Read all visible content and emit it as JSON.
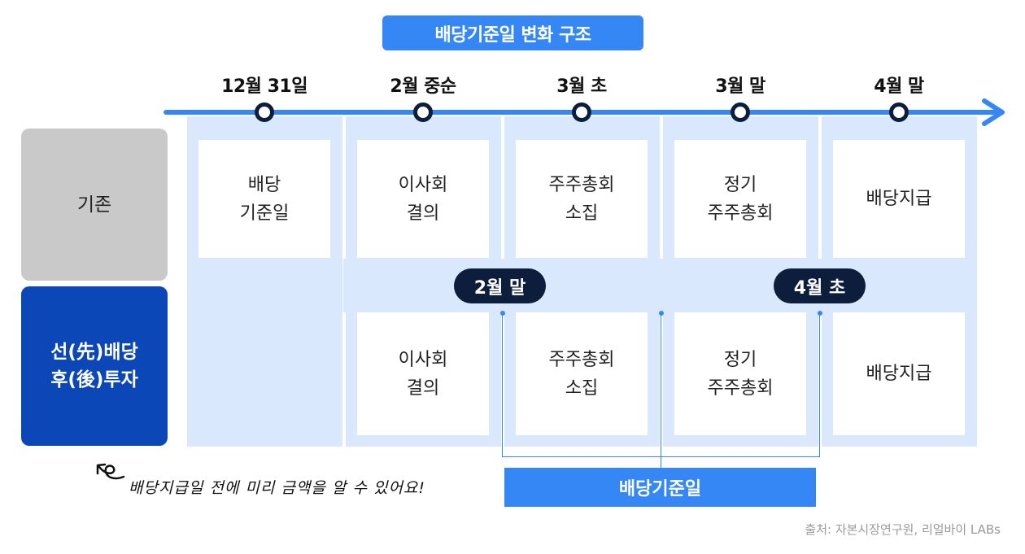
{
  "title": "배당기준일 변화 구조",
  "timeline": [
    "12월 31일",
    "2월 중순",
    "3월 초",
    "3월 말",
    "4월 말"
  ],
  "rows": {
    "basic": "기존",
    "new_line1": "선(先)배당",
    "new_line2": "후(後)투자"
  },
  "basic_steps": [
    "배당\n기준일",
    "이사회\n결의",
    "주주총회\n소집",
    "정기\n주주총회",
    "배당지급"
  ],
  "new_steps": [
    "이사회\n결의",
    "주주총회\n소집",
    "정기\n주주총회",
    "배당지급"
  ],
  "markers": [
    "2월 말",
    "4월 초"
  ],
  "record_date_label": "배당기준일",
  "note": "배당지급일 전에 미리 금액을 알 수 있어요!",
  "source": "출처: 자본시장연구원, 리얼바이 LABs",
  "colors": {
    "accent": "#3487f4",
    "navy": "#0d1e3d",
    "new_row": "#0b47b7",
    "basic_row": "#c9c9c9",
    "column": "#d9e8fd"
  }
}
